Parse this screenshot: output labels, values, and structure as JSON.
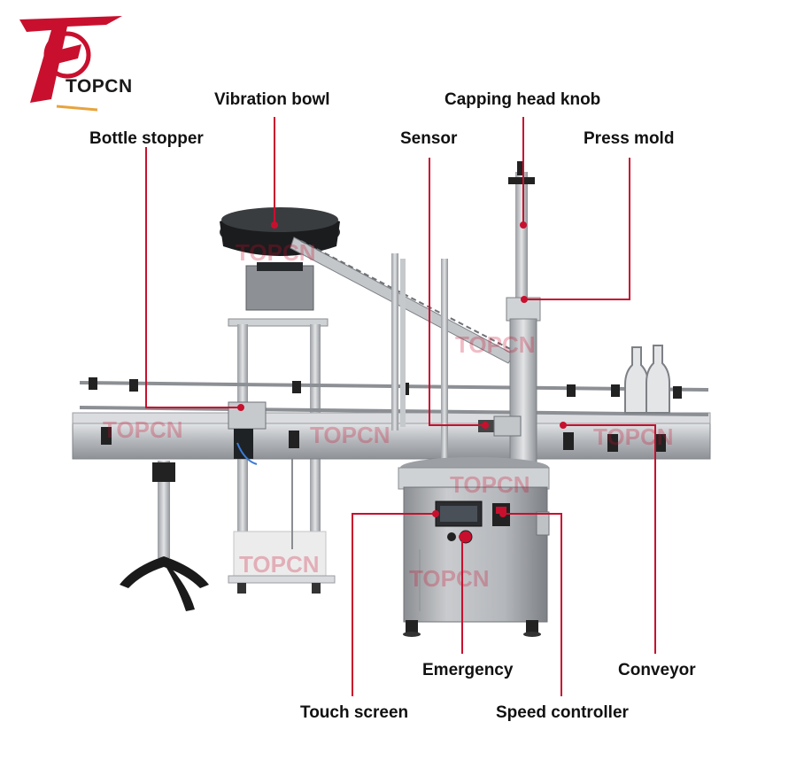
{
  "brand": {
    "name": "TOPCN",
    "accent_color": "#c8102e",
    "watermark_text": "TOPCN"
  },
  "callouts": {
    "vibration_bowl": "Vibration bowl",
    "capping_head_knob": "Capping head knob",
    "bottle_stopper": "Bottle stopper",
    "sensor": "Sensor",
    "press_mold": "Press mold",
    "emergency": "Emergency",
    "conveyor": "Conveyor",
    "touch_screen": "Touch screen",
    "speed_controller": "Speed controller"
  },
  "colors": {
    "leader_line": "#c8102e",
    "steel": "#b9bcc0",
    "steel_dark": "#6f7378",
    "black_part": "#1e1e1e"
  }
}
